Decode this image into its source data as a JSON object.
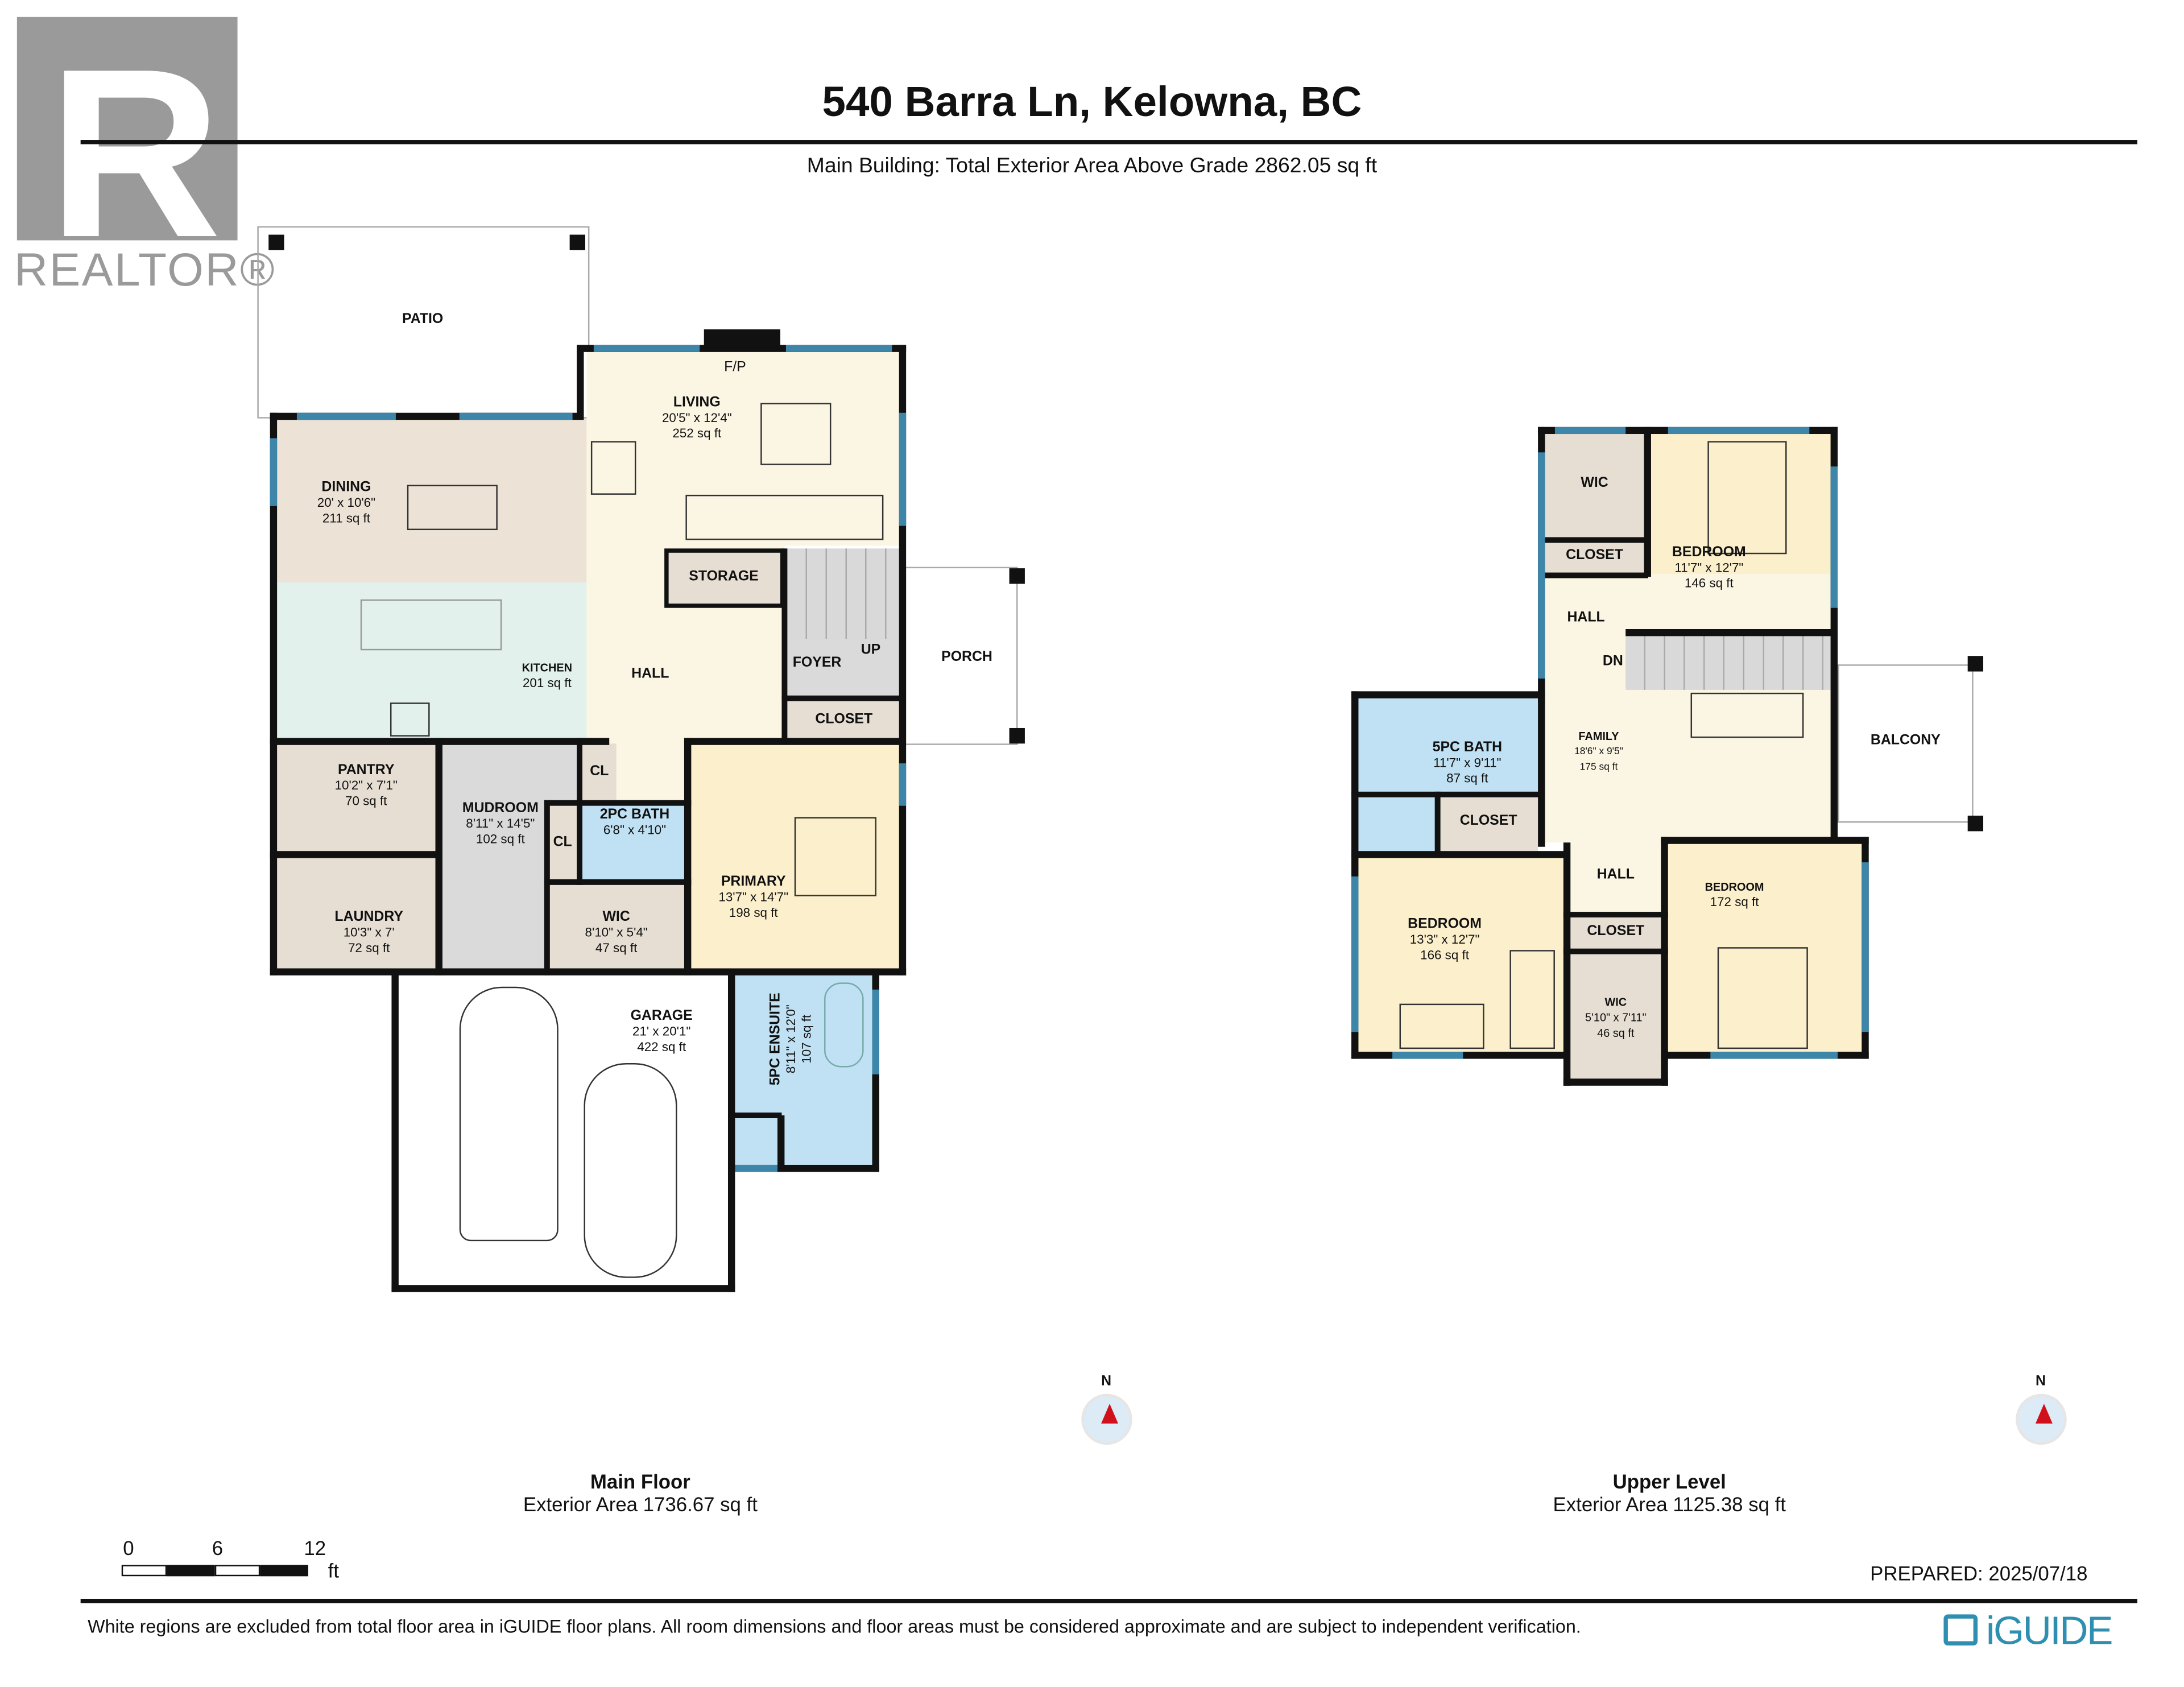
{
  "header": {
    "title": "540 Barra Ln, Kelowna, BC",
    "subtitle": "Main Building: Total Exterior Area Above Grade 2862.05 sq ft"
  },
  "logo": {
    "mark": "R",
    "wordmark": "REALTOR®"
  },
  "colors": {
    "wall": "#111111",
    "window": "#3d86a9",
    "living": "#fbf6e4",
    "dining": "#ece3d6",
    "kitchen": "#e2f1ec",
    "utility": "#e6ded3",
    "grey": "#dadada",
    "bath": "#bfe1f3",
    "bedroom": "#fcf0cc",
    "white": "#ffffff"
  },
  "main_floor": {
    "name": "Main Floor",
    "area": "Exterior Area 1736.67 sq ft",
    "rooms": [
      {
        "name": "PATIO",
        "dims": "",
        "area": ""
      },
      {
        "name": "LIVING",
        "dims": "20'5\" x 12'4\"",
        "area": "252 sq ft"
      },
      {
        "name": "F/P",
        "dims": "",
        "area": ""
      },
      {
        "name": "DINING",
        "dims": "20' x 10'6\"",
        "area": "211 sq ft"
      },
      {
        "name": "KITCHEN",
        "dims": "",
        "area": "201 sq ft"
      },
      {
        "name": "HALL",
        "dims": "",
        "area": ""
      },
      {
        "name": "STORAGE",
        "dims": "",
        "area": ""
      },
      {
        "name": "FOYER",
        "dims": "",
        "area": ""
      },
      {
        "name": "UP",
        "dims": "",
        "area": ""
      },
      {
        "name": "CLOSET",
        "dims": "",
        "area": ""
      },
      {
        "name": "PORCH",
        "dims": "",
        "area": ""
      },
      {
        "name": "PANTRY",
        "dims": "10'2\" x 7'1\"",
        "area": "70 sq ft"
      },
      {
        "name": "MUDROOM",
        "dims": "8'11\" x 14'5\"",
        "area": "102 sq ft"
      },
      {
        "name": "CL",
        "dims": "",
        "area": ""
      },
      {
        "name": "CL",
        "dims": "",
        "area": ""
      },
      {
        "name": "2PC BATH",
        "dims": "6'8\" x 4'10\"",
        "area": ""
      },
      {
        "name": "PRIMARY",
        "dims": "13'7\" x 14'7\"",
        "area": "198 sq ft"
      },
      {
        "name": "LAUNDRY",
        "dims": "10'3\" x 7'",
        "area": "72 sq ft"
      },
      {
        "name": "WIC",
        "dims": "8'10\" x 5'4\"",
        "area": "47 sq ft"
      },
      {
        "name": "GARAGE",
        "dims": "21' x 20'1\"",
        "area": "422 sq ft"
      },
      {
        "name": "5PC ENSUITE",
        "dims": "8'11\" x 12'0\"",
        "area": "107 sq ft"
      }
    ]
  },
  "upper_level": {
    "name": "Upper Level",
    "area": "Exterior Area 1125.38 sq ft",
    "rooms": [
      {
        "name": "WIC",
        "dims": "",
        "area": ""
      },
      {
        "name": "BEDROOM",
        "dims": "11'7\" x 12'7\"",
        "area": "146 sq ft"
      },
      {
        "name": "CLOSET",
        "dims": "",
        "area": ""
      },
      {
        "name": "HALL",
        "dims": "",
        "area": ""
      },
      {
        "name": "DN",
        "dims": "",
        "area": ""
      },
      {
        "name": "5PC BATH",
        "dims": "11'7\" x 9'11\"",
        "area": "87 sq ft"
      },
      {
        "name": "FAMILY",
        "dims": "18'6\" x 9'5\"",
        "area": "175 sq ft"
      },
      {
        "name": "BALCONY",
        "dims": "",
        "area": ""
      },
      {
        "name": "CLOSET",
        "dims": "",
        "area": ""
      },
      {
        "name": "HALL",
        "dims": "",
        "area": ""
      },
      {
        "name": "BEDROOM",
        "dims": "13'3\" x 12'7\"",
        "area": "166 sq ft"
      },
      {
        "name": "CLOSET",
        "dims": "",
        "area": ""
      },
      {
        "name": "BEDROOM",
        "dims": "",
        "area": "172 sq ft"
      },
      {
        "name": "WIC",
        "dims": "5'10\" x 7'11\"",
        "area": "46 sq ft"
      }
    ]
  },
  "scale_bar": {
    "ticks": [
      "0",
      "6",
      "12"
    ],
    "unit": "ft"
  },
  "compass": {
    "north_label": "N"
  },
  "footer": {
    "prepared": "PREPARED: 2025/07/18",
    "disclaimer": "White regions are excluded from total floor area in iGUIDE floor plans. All room dimensions and floor areas must be considered approximate and are subject to independent verification.",
    "brand": "iGUIDE"
  }
}
